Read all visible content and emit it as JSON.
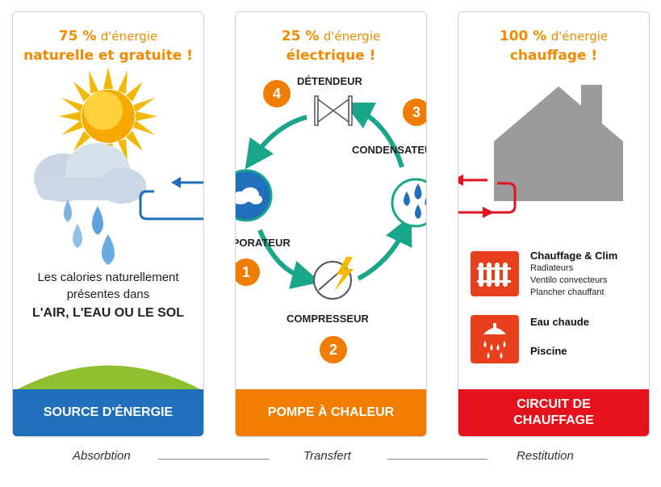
{
  "panels": {
    "source": {
      "head_value": "75 %",
      "head_text": "d'énergie",
      "head_line2": "naturelle et gratuite !",
      "desc_line1": "Les calories naturellement",
      "desc_line2": "présentes dans",
      "desc_line3": "L'AIR, L'EAU OU LE SOL",
      "footer": "SOURCE D'ÉNERGIE"
    },
    "pump": {
      "head_value": "25 %",
      "head_text": "d'énergie",
      "head_line2": "électrique !",
      "footer": "POMPE À CHALEUR",
      "labels": {
        "detendeur": "DÉTENDEUR",
        "condensateur": "CONDENSATEUR",
        "evaporateur": "ÉVAPORATEUR",
        "compresseur": "COMPRESSEUR"
      },
      "steps": [
        "1",
        "2",
        "3",
        "4"
      ]
    },
    "circuit": {
      "head_value": "100 %",
      "head_text": "d'énergie",
      "head_line2": "chauffage !",
      "footer_line1": "CIRCUIT DE",
      "footer_line2": "CHAUFFAGE",
      "items": [
        {
          "title": "Chauffage & Clim",
          "subs": [
            "Radiateurs",
            "Ventilo convecteurs",
            "Plancher chauffant"
          ]
        },
        {
          "title": "Eau chaude",
          "subs": []
        },
        {
          "title": "Piscine",
          "subs": []
        }
      ]
    }
  },
  "process": [
    "Absorbtion",
    "Transfert",
    "Restitution"
  ],
  "colors": {
    "orange": "#f07c00",
    "blue": "#1f6fba",
    "red": "#e3121c",
    "teal": "#1aa68a",
    "house": "#9b9b9b"
  },
  "icons": [
    "sun-icon",
    "rain-cloud-icon",
    "cloud-icon",
    "water-drops-icon",
    "valve-icon",
    "compressor-icon",
    "lightning-icon",
    "house-icon",
    "radiator-icon",
    "shower-icon"
  ]
}
